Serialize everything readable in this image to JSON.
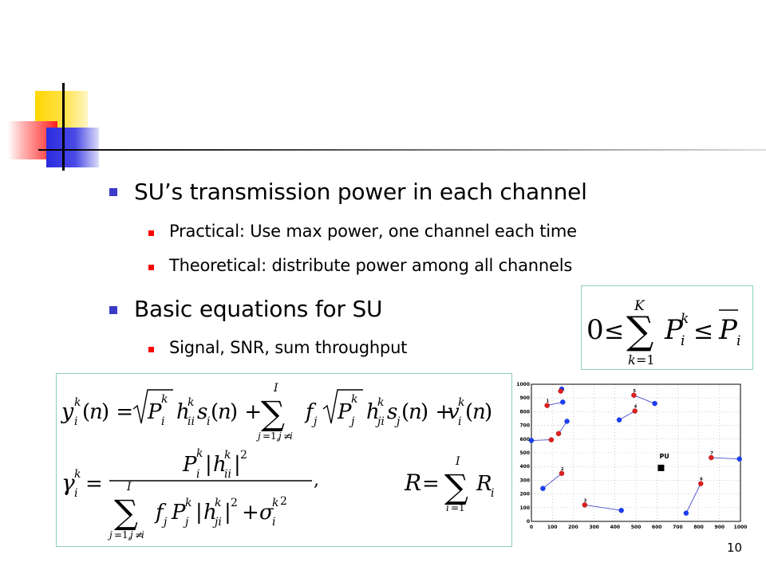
{
  "bullets": [
    {
      "text": "SU’s transmission power in each channel",
      "children": [
        "Practical: Use max power, one channel each time",
        "Theoretical: distribute power among all channels"
      ]
    },
    {
      "text": "Basic equations for SU",
      "children": [
        "Signal, SNR, sum throughput"
      ]
    }
  ],
  "page_number": "10",
  "plot": {
    "xticks": [
      "0",
      "100",
      "200",
      "300",
      "400",
      "500",
      "600",
      "700",
      "800",
      "900",
      "1000"
    ],
    "yticks": [
      "0",
      "100",
      "200",
      "300",
      "400",
      "500",
      "600",
      "700",
      "800",
      "900",
      "1000"
    ],
    "pu_label": "PU",
    "pu": [
      620,
      390
    ],
    "pairs": [
      {
        "red": [
          75,
          845
        ],
        "blue": [
          150,
          870
        ],
        "label": "1"
      },
      {
        "red": [
          140,
          950
        ],
        "blue": [
          145,
          965
        ],
        "label": ""
      },
      {
        "red": [
          95,
          595
        ],
        "blue": [
          0,
          590
        ],
        "label": ""
      },
      {
        "red": [
          130,
          640
        ],
        "blue": [
          170,
          730
        ],
        "label": ""
      },
      {
        "red": [
          145,
          350
        ],
        "blue": [
          55,
          240
        ],
        "label": "2"
      },
      {
        "red": [
          255,
          120
        ],
        "blue": [
          430,
          80
        ],
        "label": "3"
      },
      {
        "red": [
          495,
          805
        ],
        "blue": [
          420,
          740
        ],
        "label": "4"
      },
      {
        "red": [
          490,
          920
        ],
        "blue": [
          590,
          860
        ],
        "label": "5"
      },
      {
        "red": [
          810,
          275
        ],
        "blue": [
          740,
          60
        ],
        "label": "6"
      },
      {
        "red": [
          860,
          465
        ],
        "blue": [
          995,
          455
        ],
        "label": "7"
      }
    ]
  }
}
